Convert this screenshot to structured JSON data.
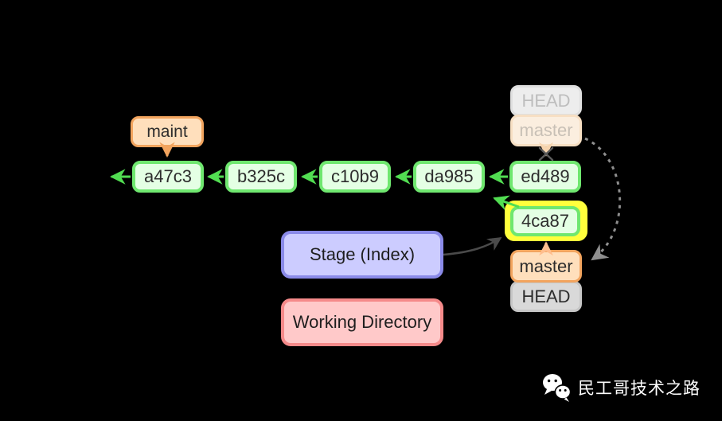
{
  "graph": {
    "maint_label": "maint",
    "commits": [
      "a47c3",
      "b325c",
      "c10b9",
      "da985",
      "ed489"
    ],
    "new_commit": "4ca87",
    "old_head_label": "HEAD",
    "old_master_label": "master",
    "new_master_label": "master",
    "new_head_label": "HEAD"
  },
  "areas": {
    "stage_label": "Stage (Index)",
    "working_dir_label": "Working Directory"
  },
  "watermark": {
    "text": "民工哥技术之路",
    "icon": "wechat-icon"
  },
  "colors": {
    "background": "#000000",
    "commit_border": "#6FE76F",
    "commit_fill": "#E4FFE4",
    "arrow_green": "#52DD52",
    "branch_border": "#F2A45E",
    "branch_fill": "#FFDFBC",
    "faded_master_border": "#F7DFC3",
    "faded_master_fill": "#FBEEDF",
    "faded_gray_border": "#DFDFDF",
    "faded_gray_fill": "#EDEDED",
    "head_border": "#C6C6C6",
    "head_fill": "#D9D9D9",
    "highlight_yellow": "#FFFF3C",
    "stage_border": "#8A8AE8",
    "stage_fill": "#CCCCFF",
    "workdir_border": "#F58A8A",
    "workdir_fill": "#FFC9C9",
    "dashed_arrow_gray": "#8F8F8F",
    "solid_arrow_dark": "#4A4A4A",
    "cross_out": "#5A5A5A",
    "watermark_text": "#FFFFFF"
  }
}
